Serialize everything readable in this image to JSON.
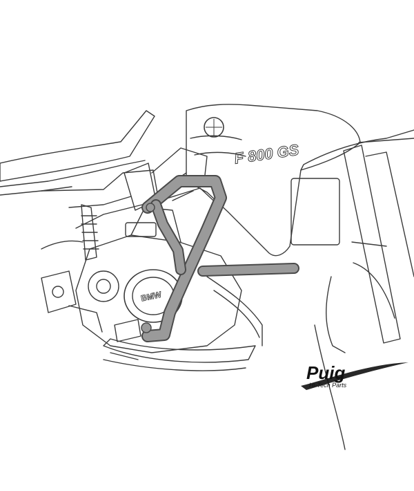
{
  "illustration": {
    "subject": "motorcycle-crash-bar-line-drawing",
    "bg_color": "#ffffff",
    "line_color": "#3a3a3a",
    "bar_fill": "#9a9a9a",
    "bar_stroke": "#4a4a4a"
  },
  "bike_badges": {
    "model_badge": "F 800 GS",
    "engine_cover": "BMW"
  },
  "brand_logo": {
    "name": "Puig",
    "tagline": "Hi-Tech Parts",
    "color": "#111111",
    "icon": "puig-swoosh-logo"
  }
}
